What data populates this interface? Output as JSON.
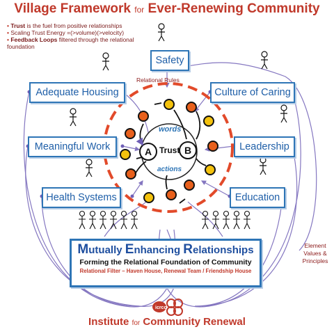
{
  "title": {
    "part1": "Village Framework",
    "part2": "for",
    "part3": "Ever-Renewing Community"
  },
  "bullets": [
    {
      "bold": "Trust",
      "rest": " is the fuel from positive relationships"
    },
    {
      "bold": "",
      "rest": "Scaling Trust Energy =(>volume)(>velocity)"
    },
    {
      "bold": "Feedback Loops",
      "rest": " filtered through the relational foundation"
    }
  ],
  "boxes": {
    "safety": "Safety",
    "adequate_housing": "Adequate Housing",
    "culture_of_caring": "Culture of Caring",
    "meaningful_work": "Meaningful Work",
    "leadership": "Leadership",
    "health_systems": "Health Systems",
    "education": "Education"
  },
  "relational_rules": "Relational Rules",
  "center": {
    "words": "words",
    "trust": "Trust",
    "actions": "actions",
    "a": "A",
    "b": "B"
  },
  "foundation": {
    "heading_parts": [
      {
        "big": "M",
        "rest": "utually "
      },
      {
        "big": "E",
        "rest": "nhancing "
      },
      {
        "big": "R",
        "rest": "elationships"
      }
    ],
    "subtitle": "Forming the Relational Foundation of Community",
    "filter": "Relational Filter – Haven House, Renewal Team / Friendship House"
  },
  "element_note": "Element Values & Principles",
  "institute": {
    "part1": "Institute",
    "part2": "for",
    "part3": "Community Renewal"
  },
  "logo": {
    "letters": "icrcc"
  },
  "colors": {
    "red": "#c0392b",
    "blue": "#2e75b6",
    "dark_red": "#8b1a1a",
    "purple": "#6f5fb6",
    "orange": "#e8601c",
    "yellow": "#f4c20d"
  }
}
